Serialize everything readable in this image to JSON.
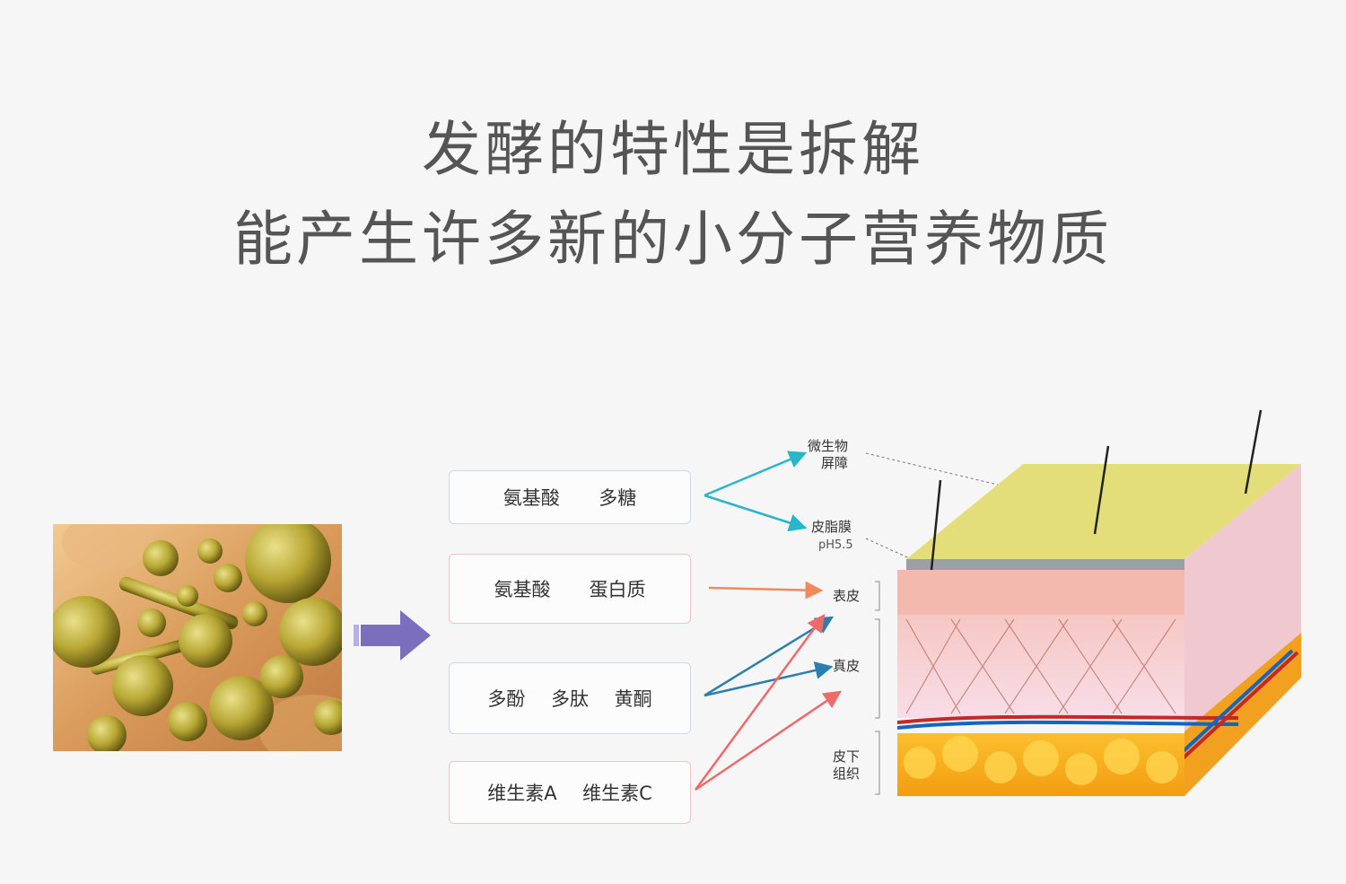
{
  "heading": {
    "line1": "发酵的特性是拆解",
    "line2": "能产生许多新的小分子营养物质"
  },
  "boxes": [
    {
      "items": [
        "氨基酸",
        "多糖"
      ],
      "color": "#c8dce8"
    },
    {
      "items": [
        "氨基酸",
        "蛋白质"
      ],
      "color": "#f0c4c0"
    },
    {
      "items": [
        "多酚",
        "多肽",
        "黄酮"
      ],
      "color": "#c8dce8"
    },
    {
      "items": [
        "维生素A",
        "维生素C"
      ],
      "color": "#f0c4c0"
    }
  ],
  "skin_labels": {
    "microbe_barrier": [
      "微生物",
      "屏障"
    ],
    "sebum_film": "皮脂膜",
    "ph": "pH5.5",
    "epidermis": "表皮",
    "dermis": "真皮",
    "subcutaneous": [
      "皮下",
      "组织"
    ]
  },
  "colors": {
    "arrow_cyan": "#29b6c8",
    "arrow_orange": "#f08a5a",
    "arrow_blue": "#2a7fb0",
    "arrow_red": "#ee6a6a",
    "big_arrow": "#7b6fbd"
  }
}
